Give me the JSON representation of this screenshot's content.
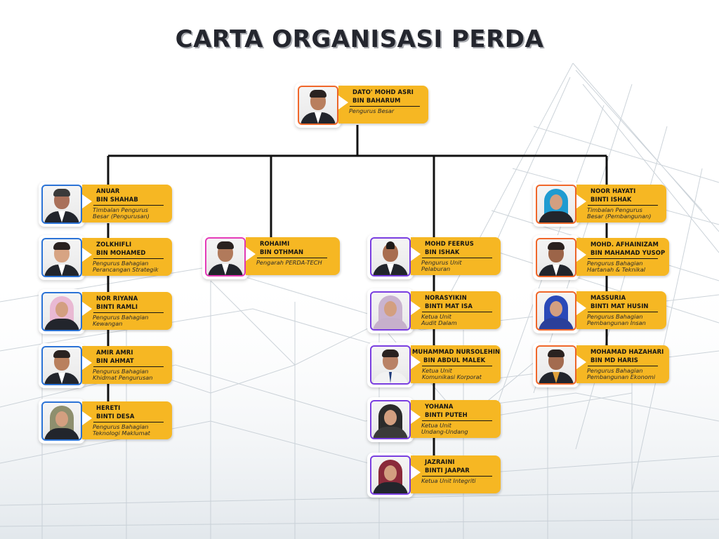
{
  "title": "CARTA ORGANISASI PERDA",
  "colors": {
    "label_bg": "#f6b723",
    "title": "#24262e",
    "connector": "#111111",
    "frame_blue": "#2b73d6",
    "frame_pink": "#e53bb8",
    "frame_purple": "#7a3fe0",
    "frame_orange": "#f0672a"
  },
  "ceo": {
    "name_line1": "DATO' MOHD ASRI",
    "name_line2": "BIN BAHARUM",
    "role_line1": "Pengurus Besar",
    "role_line2": "",
    "frame": "orange"
  },
  "columns": [
    {
      "members": [
        {
          "name_line1": "ANUAR",
          "name_line2": "BIN SHAHAB",
          "role_line1": "Timbalan Pengurus",
          "role_line2": "Besar (Pengurusan)",
          "frame": "blue",
          "photo": "man-glasses"
        },
        {
          "name_line1": "ZOLKHIFLI",
          "name_line2": "BIN MOHAMED",
          "role_line1": "Pengurus Bahagian",
          "role_line2": "Perancangan Strategik",
          "frame": "blue",
          "photo": "man"
        },
        {
          "name_line1": "NOR RIYANA",
          "name_line2": "BINTI RAMLI",
          "role_line1": "Pengurus Bahagian",
          "role_line2": "Kewangan",
          "frame": "blue",
          "photo": "woman-hijab-pink"
        },
        {
          "name_line1": "AMIR AMRI",
          "name_line2": "BIN AHMAT",
          "role_line1": "Pengurus Bahagian",
          "role_line2": "Khidmat Pengurusan",
          "frame": "blue",
          "photo": "man"
        },
        {
          "name_line1": "HERETI",
          "name_line2": "BINTI DESA",
          "role_line1": "Pengurus Bahagian",
          "role_line2": "Teknologi Maklumat",
          "frame": "blue",
          "photo": "woman-hijab-olive"
        }
      ]
    },
    {
      "members": [
        {
          "name_line1": "ROHAIMI",
          "name_line2": "BIN OTHMAN",
          "role_line1": "Pengarah PERDA-TECH",
          "role_line2": "",
          "frame": "pink",
          "photo": "man"
        }
      ]
    },
    {
      "members": [
        {
          "name_line1": "MOHD FEERUS",
          "name_line2": "BIN ISHAK",
          "role_line1": "Pengurus Unit",
          "role_line2": "Pelaburan",
          "frame": "purple",
          "photo": "man-beard"
        },
        {
          "name_line1": "NORASYIKIN",
          "name_line2": "BINTI MAT ISA",
          "role_line1": "Ketua Unit",
          "role_line2": "Audit Dalam",
          "frame": "purple",
          "photo": "woman-hijab-lilac"
        },
        {
          "name_line1": "MUHAMMAD NURSOLEHIN",
          "name_line2": "BIN ABDUL MALEK",
          "role_line1": "Ketua Unit",
          "role_line2": "Komunikasi Korporat",
          "frame": "purple",
          "photo": "man-white-shirt"
        },
        {
          "name_line1": "YOHANA",
          "name_line2": "BINTI PUTEH",
          "role_line1": "Ketua Unit",
          "role_line2": "Undang-Undang",
          "frame": "purple",
          "photo": "woman-hijab-black"
        },
        {
          "name_line1": "JAZRAINI",
          "name_line2": "BINTI JAAPAR",
          "role_line1": "Ketua Unit Integriti",
          "role_line2": "",
          "frame": "purple",
          "photo": "woman-hijab-maroon"
        }
      ]
    },
    {
      "members": [
        {
          "name_line1": "NOOR HAYATI",
          "name_line2": "BINTI ISHAK",
          "role_line1": "Timbalan Pengurus",
          "role_line2": "Besar (Pembangunan)",
          "frame": "orange",
          "photo": "woman-hijab-blue"
        },
        {
          "name_line1": "MOHD. AFHAINIZAM",
          "name_line2": "BIN MAHAMAD YUSOP",
          "role_line1": "Pengurus Bahagian",
          "role_line2": "Hartanah & Teknikal",
          "frame": "orange",
          "photo": "man-mustache"
        },
        {
          "name_line1": "MASSURIA",
          "name_line2": "BINTI MAT HUSIN",
          "role_line1": "Pengurus  Bahagian",
          "role_line2": "Pembangunan Insan",
          "frame": "orange",
          "photo": "woman-hijab-royal"
        },
        {
          "name_line1": "MOHAMAD HAZAHARI",
          "name_line2": "BIN MD HARIS",
          "role_line1": "Pengurus Bahagian",
          "role_line2": "Pembangunan Ekonomi",
          "frame": "orange",
          "photo": "man"
        }
      ]
    }
  ]
}
